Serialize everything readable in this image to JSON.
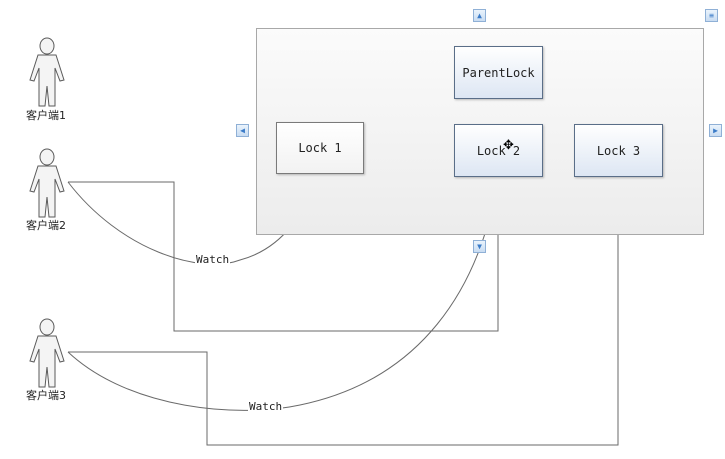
{
  "group": {
    "title": ""
  },
  "nodes": {
    "parent_lock": "ParentLock",
    "lock1": "Lock 1",
    "lock2": "Lock 2",
    "lock3": "Lock 3"
  },
  "actors": {
    "client1": "客户端1",
    "client2": "客户端2",
    "client3": "客户端3"
  },
  "edges": {
    "watch_label_1": "Watch",
    "watch_label_2": "Watch"
  },
  "icons": {
    "nav_up": "arrow-up-icon",
    "nav_down": "arrow-down-icon",
    "nav_left": "arrow-left-icon",
    "nav_right": "arrow-right-icon",
    "menu": "menu-icon",
    "cursor": "move-cursor-icon"
  },
  "colors": {
    "node_fill_blue": "#dde6f3",
    "nav_button": "#3a7bc8",
    "line": "#6a6a6a"
  }
}
